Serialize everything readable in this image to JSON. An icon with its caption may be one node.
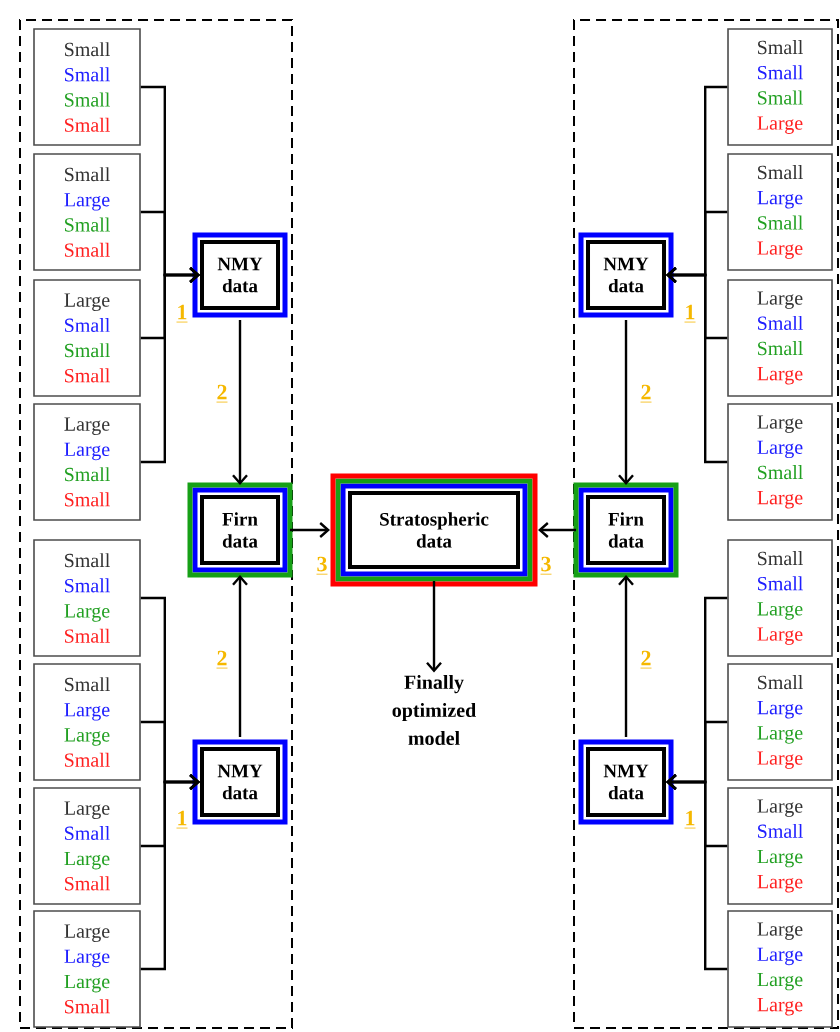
{
  "diagram": {
    "nodes": [
      {
        "text": [],
        "shape": "box"
      },
      {
        "text": [
          "Small",
          "Small",
          "Small",
          "Small"
        ],
        "in": 0
      },
      {
        "text": [
          "Small",
          "Large",
          "Small",
          "Small"
        ],
        "in": 0
      },
      {
        "text": [
          "Large",
          "Small",
          "Small",
          "Small"
        ],
        "in": 0
      },
      {
        "text": [
          "Large",
          "Large",
          "Small",
          "Small"
        ],
        "in": 0
      },
      {
        "text": [
          "Small",
          "Small",
          "Large",
          "Small"
        ],
        "in": 0
      },
      {
        "text": [
          "Small",
          "Large",
          "Large",
          "Small"
        ],
        "in": 0
      },
      {
        "text": [
          "Large",
          "Small",
          "Large",
          "Small"
        ],
        "in": 0
      },
      {
        "text": [
          "Large",
          "Large",
          "Large",
          "Small"
        ],
        "in": 0
      },
      {
        "text": [
          "NMY data"
        ],
        "in": 0
      },
      {
        "text": [
          "Firn data"
        ],
        "in": 0
      },
      {
        "text": [
          "NMY data"
        ],
        "in": 0
      },
      {
        "text": [
          "Stratospheric data"
        ]
      },
      {
        "text": [
          "Finally optimized model"
        ]
      },
      {
        "text": [],
        "shape": "box"
      },
      {
        "text": [
          "Small",
          "Small",
          "Small",
          "Large"
        ],
        "in": 14
      },
      {
        "text": [
          "Small",
          "Large",
          "Small",
          "Large"
        ],
        "in": 14
      },
      {
        "text": [
          "Large",
          "Small",
          "Small",
          "Large"
        ],
        "in": 14
      },
      {
        "text": [
          "Large",
          "Large",
          "Small",
          "Large"
        ],
        "in": 14
      },
      {
        "text": [
          "Small",
          "Small",
          "Large",
          "Large"
        ],
        "in": 14
      },
      {
        "text": [
          "Small",
          "Large",
          "Large",
          "Large"
        ],
        "in": 14
      },
      {
        "text": [
          "Large",
          "Small",
          "Large",
          "Large"
        ],
        "in": 14
      },
      {
        "text": [
          "Large",
          "Large",
          "Large",
          "Large"
        ],
        "in": 14
      },
      {
        "text": [
          "NMY data"
        ],
        "in": 14
      },
      {
        "text": [
          "Firn data"
        ],
        "in": 14
      },
      {
        "text": [
          "NMY data"
        ],
        "in": 14
      }
    ],
    "edges": [
      {
        "from": 1,
        "to": 9,
        "arrow": "to"
      },
      {
        "from": 2,
        "to": 9,
        "arrow": "to"
      },
      {
        "from": 3,
        "to": 9,
        "arrow": "to",
        "label": "1"
      },
      {
        "from": 4,
        "to": 9,
        "arrow": "to"
      },
      {
        "from": 9,
        "to": 10,
        "arrow": "to",
        "label": "2"
      },
      {
        "from": 5,
        "to": 11,
        "arrow": "to"
      },
      {
        "from": 6,
        "to": 11,
        "arrow": "to"
      },
      {
        "from": 7,
        "to": 11,
        "arrow": "to",
        "label": "1"
      },
      {
        "from": 8,
        "to": 11,
        "arrow": "to"
      },
      {
        "from": 11,
        "to": 10,
        "arrow": "to",
        "label": "2"
      },
      {
        "from": 10,
        "to": 12,
        "arrow": "to",
        "label": "3"
      },
      {
        "from": 12,
        "to": 13,
        "arrow": "to"
      },
      {
        "from": 15,
        "to": 23,
        "arrow": "to"
      },
      {
        "from": 16,
        "to": 23,
        "arrow": "to"
      },
      {
        "from": 17,
        "to": 23,
        "arrow": "to",
        "label": "1"
      },
      {
        "from": 18,
        "to": 23,
        "arrow": "to"
      },
      {
        "from": 23,
        "to": 24,
        "arrow": "to",
        "label": "2"
      },
      {
        "from": 19,
        "to": 25,
        "arrow": "to"
      },
      {
        "from": 20,
        "to": 25,
        "arrow": "to"
      },
      {
        "from": 21,
        "to": 25,
        "arrow": "to",
        "label": "1"
      },
      {
        "from": 22,
        "to": 25,
        "arrow": "to"
      },
      {
        "from": 25,
        "to": 24,
        "arrow": "to",
        "label": "2"
      },
      {
        "from": 24,
        "to": 12,
        "arrow": "to",
        "label": "3"
      }
    ]
  }
}
